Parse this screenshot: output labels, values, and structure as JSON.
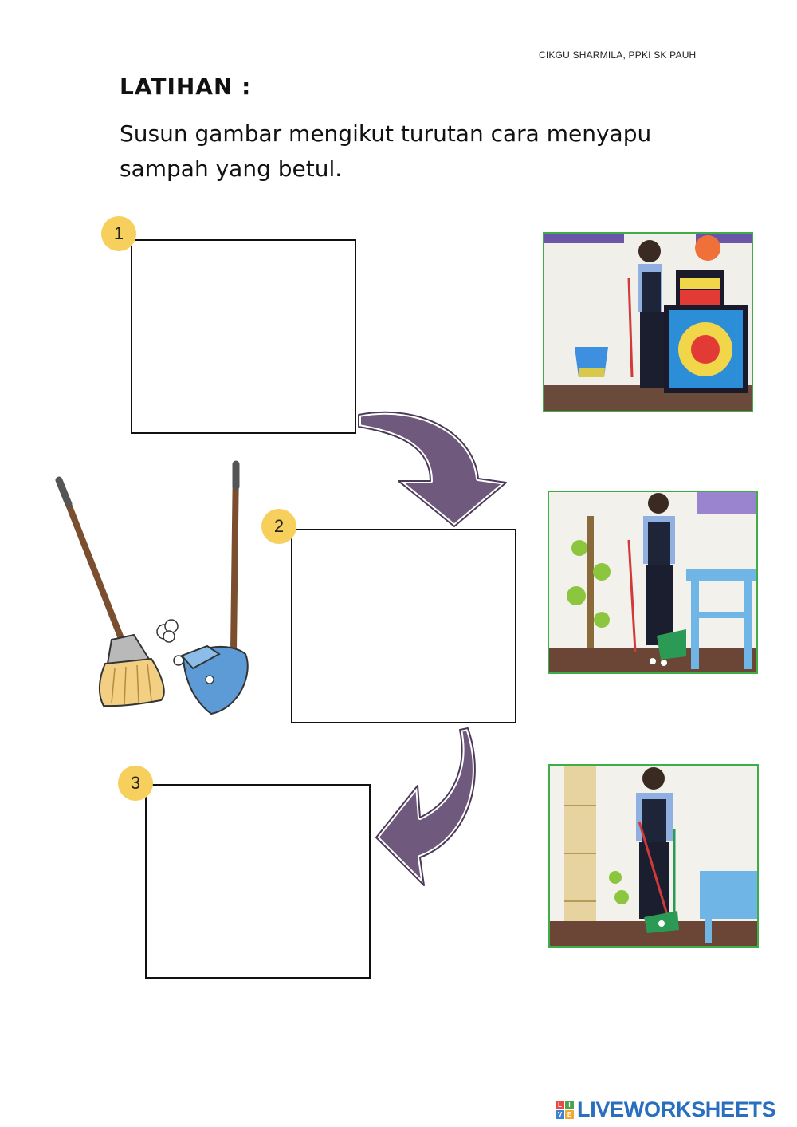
{
  "header": {
    "author": "CIKGU SHARMILA, PPKI SK PAUH",
    "title": "LATIHAN :",
    "instruction": "Susun gambar mengikut turutan cara menyapu sampah yang betul."
  },
  "steps": [
    {
      "number": "1"
    },
    {
      "number": "2"
    },
    {
      "number": "3"
    }
  ],
  "photos": [
    {
      "name": "photo-boy-taking-broom"
    },
    {
      "name": "photo-boy-sweeping"
    },
    {
      "name": "photo-boy-collecting-dustpan"
    }
  ],
  "decor": {
    "illustration": "broom-and-dustpan-icon",
    "arrows": [
      "curved-arrow-down-right-icon",
      "curved-arrow-down-left-icon"
    ]
  },
  "footer": {
    "brand": "LIVEWORKSHEETS",
    "colors": {
      "brand_blue": "#2a6fbf",
      "badge_yellow": "#f7cf5d",
      "arrow_purple": "#6f5a7e",
      "photo_border": "#3fae49"
    }
  }
}
